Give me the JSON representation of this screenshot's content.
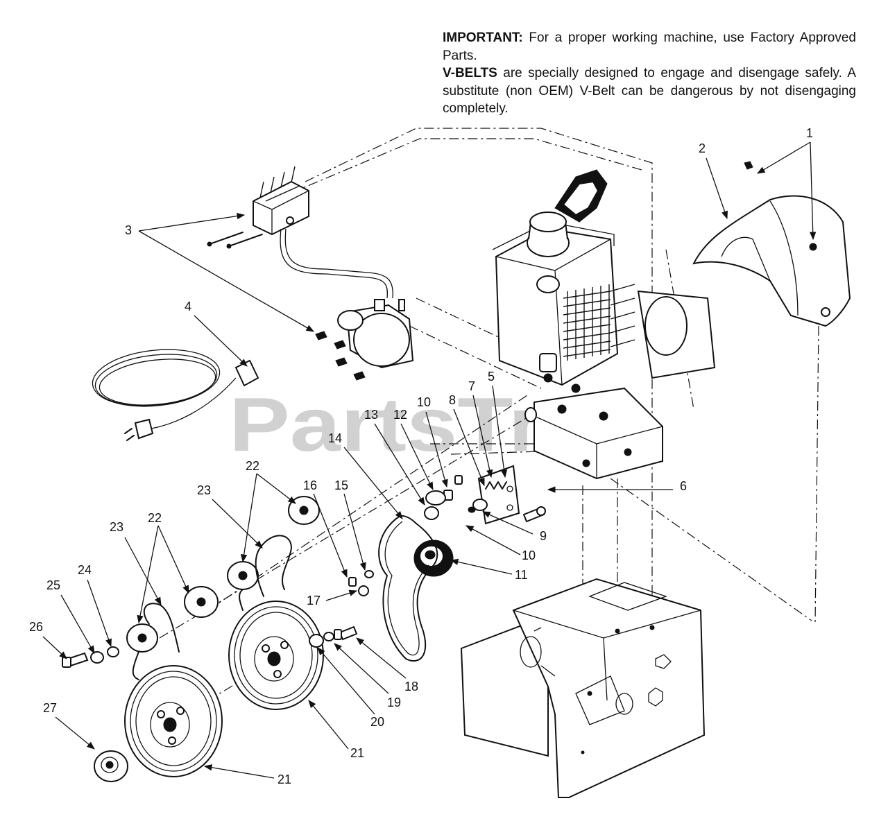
{
  "notice": {
    "important_label": "IMPORTANT:",
    "important_text": " For a proper working machine, use Factory Approved Parts.",
    "vbelts_label": "V-BELTS",
    "vbelts_text": " are specially designed to engage and disengage safely.  A substitute (non OEM) V-Belt can be dangerous by not disengaging completely."
  },
  "watermark": "PartsTree",
  "callouts": [
    {
      "id": "c1",
      "text": "1"
    },
    {
      "id": "c2",
      "text": "2"
    },
    {
      "id": "c3",
      "text": "3"
    },
    {
      "id": "c4",
      "text": "4"
    },
    {
      "id": "c5",
      "text": "5"
    },
    {
      "id": "c6",
      "text": "6"
    },
    {
      "id": "c7",
      "text": "7"
    },
    {
      "id": "c8",
      "text": "8"
    },
    {
      "id": "c9",
      "text": "9"
    },
    {
      "id": "c10a",
      "text": "10"
    },
    {
      "id": "c10b",
      "text": "10"
    },
    {
      "id": "c11",
      "text": "11"
    },
    {
      "id": "c12",
      "text": "12"
    },
    {
      "id": "c13",
      "text": "13"
    },
    {
      "id": "c14",
      "text": "14"
    },
    {
      "id": "c15",
      "text": "15"
    },
    {
      "id": "c16",
      "text": "16"
    },
    {
      "id": "c17",
      "text": "17"
    },
    {
      "id": "c18",
      "text": "18"
    },
    {
      "id": "c19",
      "text": "19"
    },
    {
      "id": "c20",
      "text": "20"
    },
    {
      "id": "c21a",
      "text": "21"
    },
    {
      "id": "c21b",
      "text": "21"
    },
    {
      "id": "c22a",
      "text": "22"
    },
    {
      "id": "c22b",
      "text": "22"
    },
    {
      "id": "c23a",
      "text": "23"
    },
    {
      "id": "c23b",
      "text": "23"
    },
    {
      "id": "c24",
      "text": "24"
    },
    {
      "id": "c25",
      "text": "25"
    },
    {
      "id": "c26",
      "text": "26"
    },
    {
      "id": "c27",
      "text": "27"
    }
  ],
  "colors": {
    "ink": "#111111",
    "watermark": "#c9c9c9",
    "background": "#ffffff"
  }
}
